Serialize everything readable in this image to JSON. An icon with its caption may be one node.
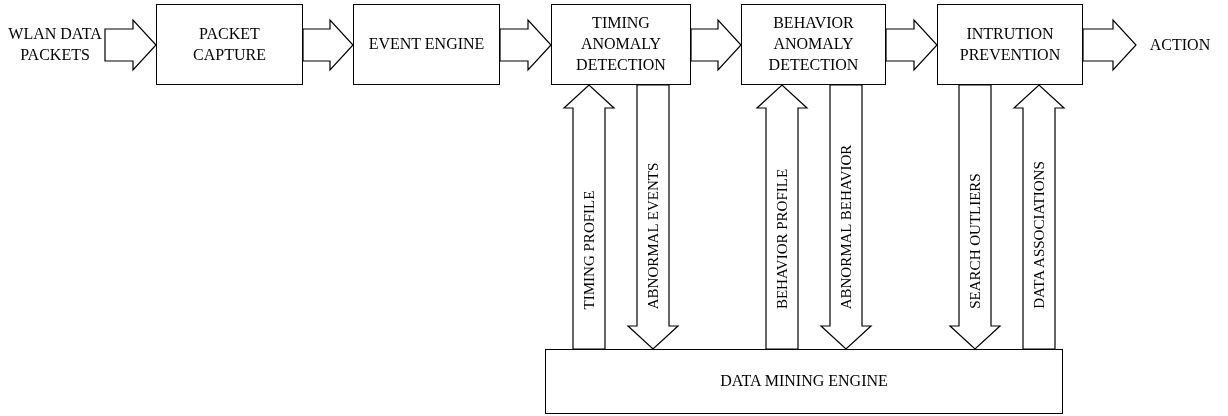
{
  "diagram": {
    "nodes": [
      {
        "text": [
          "WLAN DATA PACKETS"
        ]
      },
      {
        "text": [
          "PACKET CAPTURE"
        ]
      },
      {
        "text": [
          "EVENT ENGINE"
        ]
      },
      {
        "text": [
          "TIMING ANOMALY DETECTION"
        ]
      },
      {
        "text": [
          "BEHAVIOR ANOMALY DETECTION"
        ]
      },
      {
        "text": [
          "INTRUTION PREVENTION"
        ]
      },
      {
        "text": [
          "ACTION"
        ]
      },
      {
        "text": [
          "DATA MINING ENGINE"
        ]
      }
    ],
    "edges": [
      {
        "from": 0,
        "to": 1,
        "arrow": "to"
      },
      {
        "from": 1,
        "to": 2,
        "arrow": "to"
      },
      {
        "from": 2,
        "to": 3,
        "arrow": "to"
      },
      {
        "from": 3,
        "to": 4,
        "arrow": "to"
      },
      {
        "from": 4,
        "to": 5,
        "arrow": "to"
      },
      {
        "from": 5,
        "to": 6,
        "arrow": "to"
      },
      {
        "from": 7,
        "to": 3,
        "arrow": "to",
        "label": "TIMING PROFILE"
      },
      {
        "from": 3,
        "to": 7,
        "arrow": "to",
        "label": "ABNORMAL EVENTS"
      },
      {
        "from": 7,
        "to": 4,
        "arrow": "to",
        "label": "BEHAVIOR PROFILE"
      },
      {
        "from": 4,
        "to": 7,
        "arrow": "to",
        "label": "ABNORMAL BEHAVIOR"
      },
      {
        "from": 5,
        "to": 7,
        "arrow": "to",
        "label": "SEARCH OUTLIERS"
      },
      {
        "from": 7,
        "to": 5,
        "arrow": "to",
        "label": "DATA ASSOCIATIONS"
      }
    ]
  }
}
